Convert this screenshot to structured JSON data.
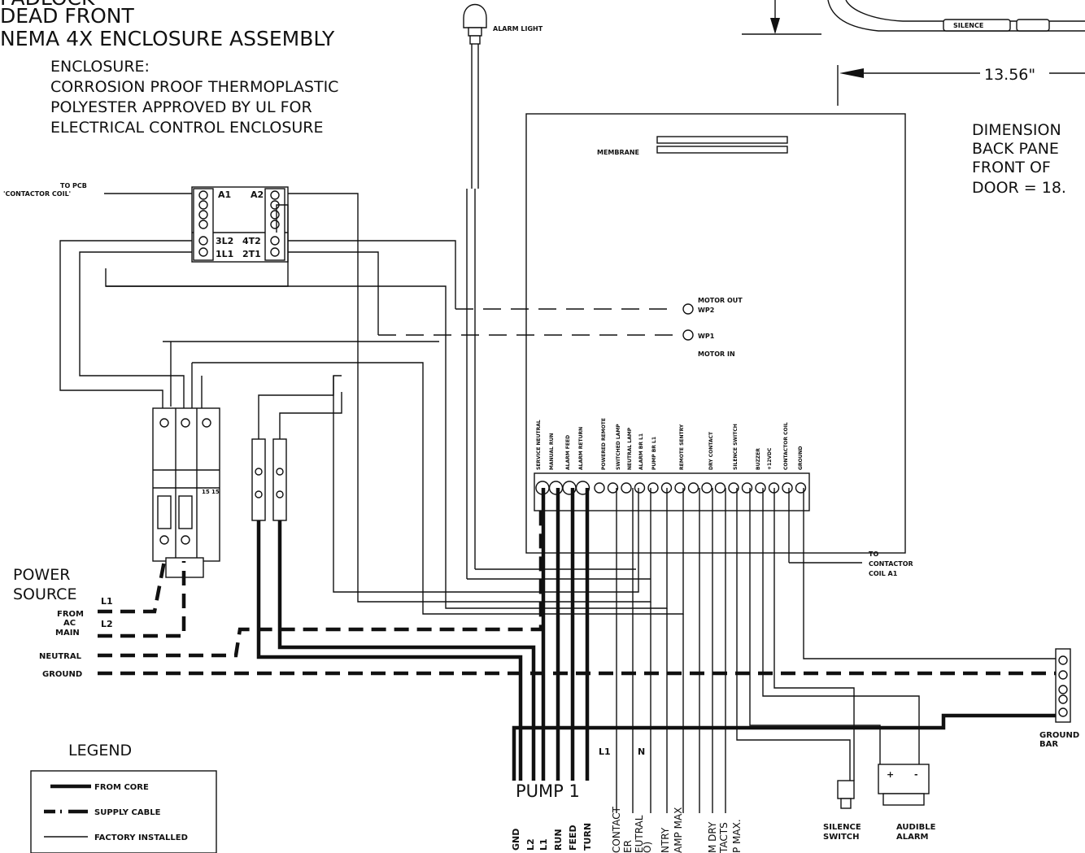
{
  "title": {
    "line0": "PADLOCK",
    "line1": "DEAD FRONT",
    "line2": "NEMA 4X ENCLOSURE ASSEMBLY"
  },
  "enclosure_note": {
    "line1": "ENCLOSURE:",
    "line2": "CORROSION PROOF THERMOPLASTIC",
    "line3": "POLYESTER APPROVED BY UL FOR",
    "line4": "ELECTRICAL CONTROL ENCLOSURE"
  },
  "top_right": {
    "dimension": "13.56\"",
    "silence_label": "SILENCE",
    "note_line1": "DIMENSION",
    "note_line2": "BACK PANE",
    "note_line3": "FRONT OF",
    "note_line4": "DOOR = 18."
  },
  "contactor": {
    "to_pcb_line1": "TO PCB",
    "to_pcb_line2": "'CONTACTOR COIL'",
    "a1": "A1",
    "a2": "A2",
    "l2": "3L2",
    "t2": "4T2",
    "l1": "1L1",
    "t1": "2T1"
  },
  "labels": {
    "alarm_light": "ALARM LIGHT",
    "membrane": "MEMBRANE",
    "motor_out_line1": "MOTOR OUT",
    "motor_out_line2": "WP2",
    "motor_in_line1": "WP1",
    "motor_in_line2": "MOTOR IN",
    "to_contactor_line1": "TO",
    "to_contactor_line2": "CONTACTOR",
    "to_contactor_line3": "COIL A1",
    "power_source_line1": "POWER",
    "power_source_line2": "SOURCE",
    "from_ac_main_line1": "FROM",
    "from_ac_main_line2": "AC",
    "from_ac_main_line3": "MAIN",
    "l1": "L1",
    "l2": "L2",
    "neutral": "NEUTRAL",
    "ground": "GROUND",
    "ground_bar_line1": "GROUND",
    "ground_bar_line2": "BAR",
    "silence_switch_line1": "SILENCE",
    "silence_switch_line2": "SWITCH",
    "audible_alarm_line1": "AUDIBLE",
    "audible_alarm_line2": "ALARM",
    "pump_1": "PUMP  1",
    "wire_l1": "L1",
    "wire_n": "N",
    "breaker_rating_a": "15",
    "breaker_rating_b": "15"
  },
  "terminal_labels": [
    "SERVICE NEUTRAL",
    "MANUAL RUN",
    "ALARM FEED",
    "ALARM RETURN",
    "POWERED REMOTE",
    "SWITCHED LAMP",
    "NEUTRAL LAMP",
    "ALARM BR L1",
    "PUMP BR L1",
    "REMOTE SENTRY",
    "DRY CONTACT",
    "SILENCE SWITCH",
    "BUZZER",
    "+12VDC",
    "CONTACTOR COIL",
    "GROUND"
  ],
  "pump_wires": [
    "GND",
    "L2",
    "L1",
    "RUN",
    "FEED",
    "TURN"
  ],
  "bottom_vertical_labels": [
    "CONTACT",
    "ER",
    "EUTRAL",
    "O)",
    "NTRY",
    "AMP MAX",
    "M DRY",
    "TACTS",
    "P MAX."
  ],
  "legend": {
    "title": "LEGEND",
    "items": [
      "FROM CORE",
      "SUPPLY CABLE",
      "FACTORY INSTALLED"
    ]
  }
}
